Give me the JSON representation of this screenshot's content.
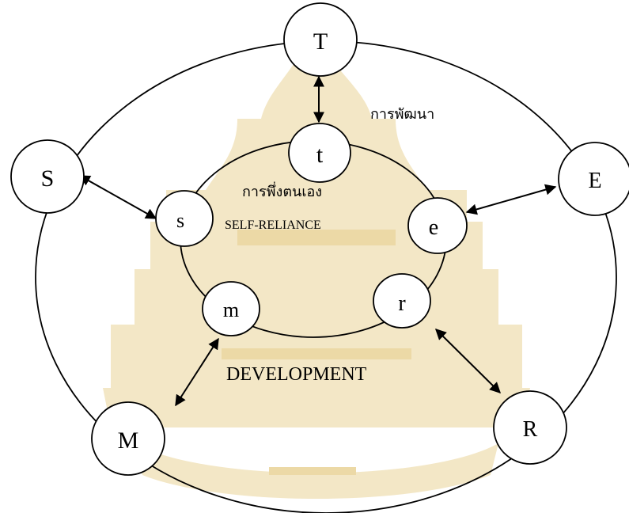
{
  "colors": {
    "stroke": "#000000",
    "watermark": "#f3e7c6",
    "watermark_dark": "#ecd9a6"
  },
  "outer_nodes": {
    "T": "T",
    "S": "S",
    "E": "E",
    "M": "M",
    "R": "R"
  },
  "inner_nodes": {
    "t": "t",
    "s": "s",
    "e": "e",
    "m": "m",
    "r": "r"
  },
  "labels": {
    "development_thai": "การพัฒนา",
    "self_reliance_thai": "การพึ่งตนเอง",
    "self_reliance": "SELF-RELIANCE",
    "development": "DEVELOPMENT"
  },
  "connectors": [
    {
      "from": "T",
      "to": "t",
      "type": "double-arrow"
    },
    {
      "from": "S",
      "to": "s",
      "type": "double-arrow"
    },
    {
      "from": "E",
      "to": "e",
      "type": "double-arrow"
    },
    {
      "from": "M",
      "to": "m",
      "type": "double-arrow"
    },
    {
      "from": "R",
      "to": "r",
      "type": "double-arrow"
    }
  ]
}
